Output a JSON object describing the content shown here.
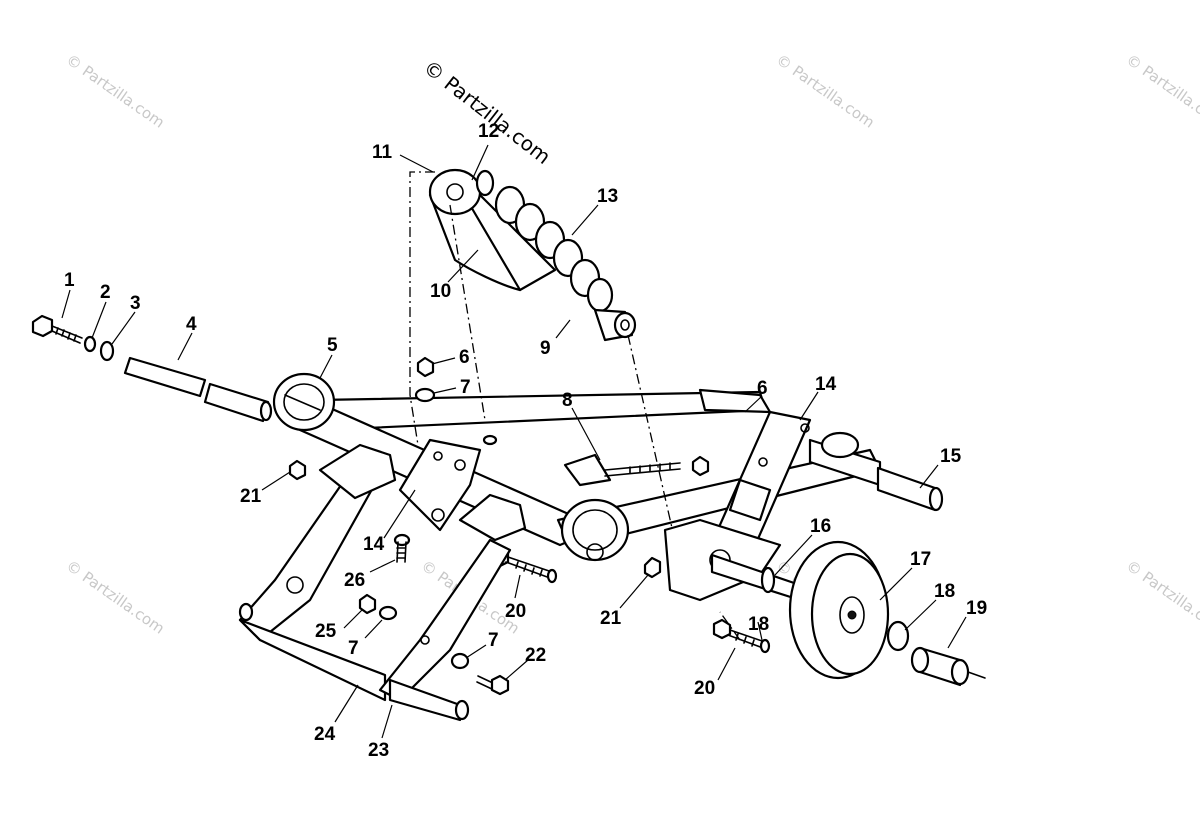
{
  "copyright": "© Partzilla.com",
  "watermark": "© Partzilla.com",
  "callouts": [
    {
      "id": "c1",
      "label": "1"
    },
    {
      "id": "c2",
      "label": "2"
    },
    {
      "id": "c3",
      "label": "3"
    },
    {
      "id": "c4",
      "label": "4"
    },
    {
      "id": "c5",
      "label": "5"
    },
    {
      "id": "c6a",
      "label": "6"
    },
    {
      "id": "c6b",
      "label": "6"
    },
    {
      "id": "c7a",
      "label": "7"
    },
    {
      "id": "c7b",
      "label": "7"
    },
    {
      "id": "c7c",
      "label": "7"
    },
    {
      "id": "c8",
      "label": "8"
    },
    {
      "id": "c9",
      "label": "9"
    },
    {
      "id": "c10",
      "label": "10"
    },
    {
      "id": "c11",
      "label": "11"
    },
    {
      "id": "c12",
      "label": "12"
    },
    {
      "id": "c13",
      "label": "13"
    },
    {
      "id": "c14a",
      "label": "14"
    },
    {
      "id": "c14b",
      "label": "14"
    },
    {
      "id": "c15",
      "label": "15"
    },
    {
      "id": "c16",
      "label": "16"
    },
    {
      "id": "c17",
      "label": "17"
    },
    {
      "id": "c18a",
      "label": "18"
    },
    {
      "id": "c18b",
      "label": "18"
    },
    {
      "id": "c19",
      "label": "19"
    },
    {
      "id": "c20a",
      "label": "20"
    },
    {
      "id": "c20b",
      "label": "20"
    },
    {
      "id": "c21a",
      "label": "21"
    },
    {
      "id": "c21b",
      "label": "21"
    },
    {
      "id": "c22",
      "label": "22"
    },
    {
      "id": "c23",
      "label": "23"
    },
    {
      "id": "c24",
      "label": "24"
    },
    {
      "id": "c25",
      "label": "25"
    },
    {
      "id": "c26",
      "label": "26"
    }
  ]
}
